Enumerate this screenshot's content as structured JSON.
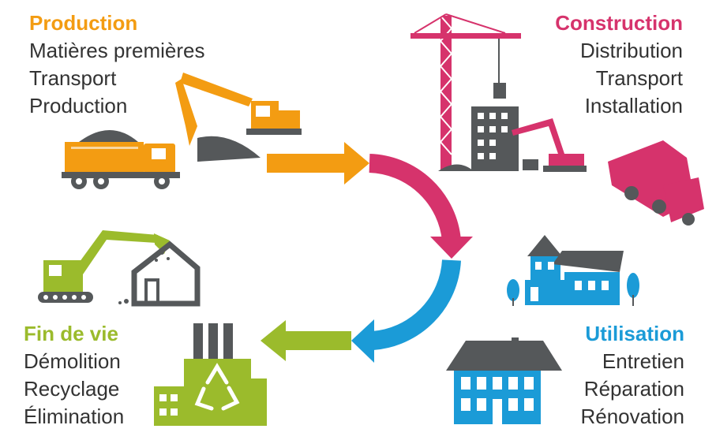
{
  "colors": {
    "production": "#f39c12",
    "construction": "#d6336c",
    "utilisation": "#1b9bd7",
    "fin_de_vie": "#9bbb2c",
    "text": "#333333",
    "dark_grey": "#55585a"
  },
  "production": {
    "title": "Production",
    "items": [
      "Matières premières",
      "Transport",
      "Production"
    ]
  },
  "construction": {
    "title": "Construction",
    "items": [
      "Distribution",
      "Transport",
      "Installation"
    ]
  },
  "utilisation": {
    "title": "Utilisation",
    "items": [
      "Entretien",
      "Réparation",
      "Rénovation"
    ]
  },
  "fin_de_vie": {
    "title": "Fin de vie",
    "items": [
      "Démolition",
      "Recyclage",
      "Élimination"
    ]
  },
  "illustrations": [
    "dump-truck-icon",
    "excavator-icon",
    "tower-crane-icon",
    "building-icon",
    "tanker-truck-icon",
    "house-icon",
    "apartment-building-icon",
    "demolition-excavator-icon",
    "ruined-house-icon",
    "recycling-factory-icon"
  ]
}
